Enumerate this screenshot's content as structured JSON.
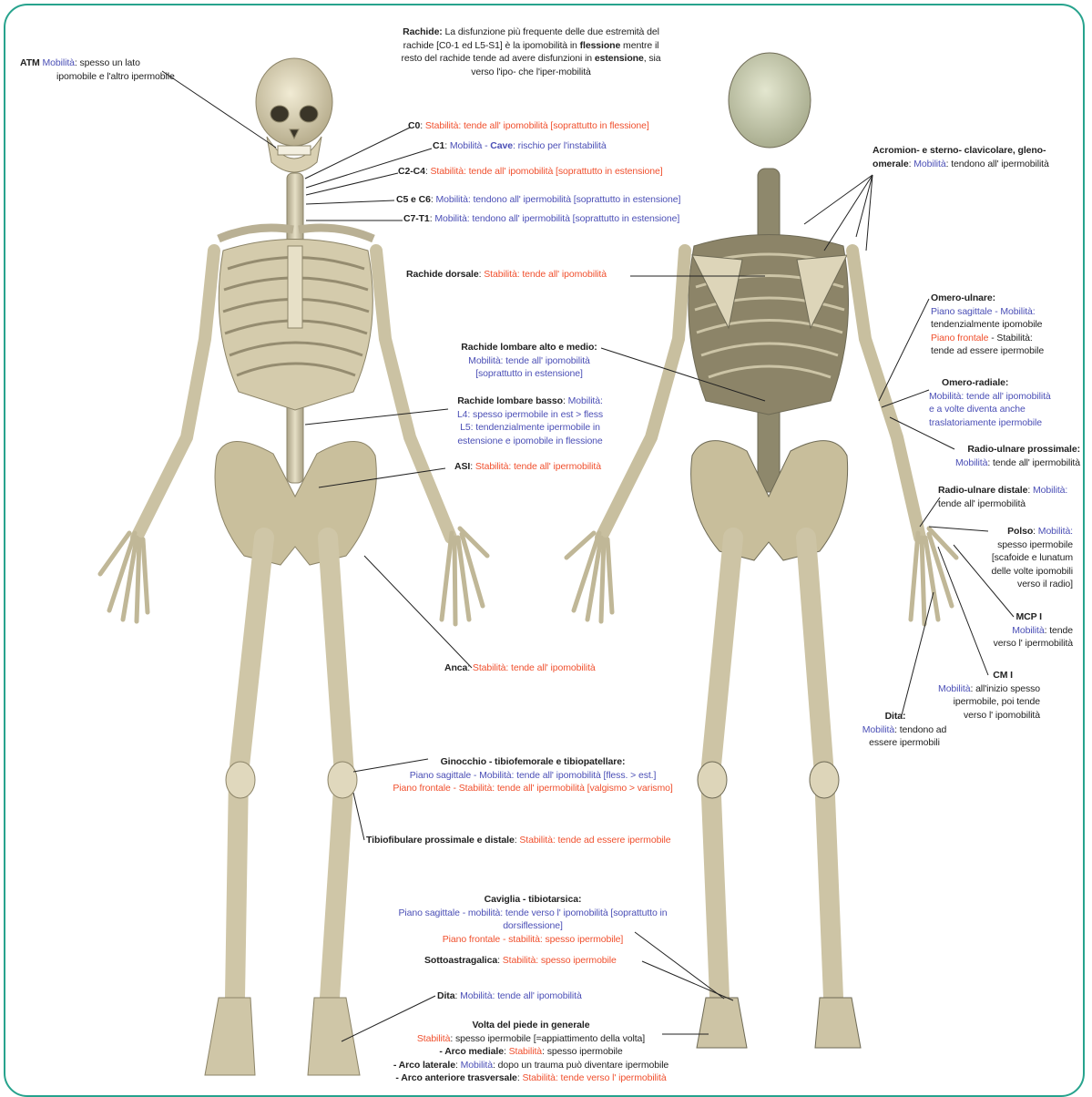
{
  "colors": {
    "frame": "#27a38d",
    "mobility": "#4b4fb6",
    "stability": "#f0502e",
    "bone": "#dcd3b6",
    "bone_dark": "#9d9479",
    "line": "#222222"
  },
  "labels": {
    "rachide": {
      "title": "Rachide:",
      "l1": " La disfunzione più frequente delle due estremità del",
      "l2": "rachide [C0-1 ed L5-S1] è la ipomobilità in ",
      "l2b": "flessione",
      "l2c": " mentre il",
      "l3a": "resto del rachide tende ad avere disfunzioni in ",
      "l3b": "estensione",
      "l3c": ", sia",
      "l4": "verso l'ipo- che l'iper-mobilità"
    },
    "atm": {
      "title": "ATM",
      "mob": " Mobilità",
      "l1": ": spesso un lato",
      "l2": "ipomobile e l'altro ipermobile"
    },
    "c0": {
      "title": "C0",
      "sep": ": ",
      "text": "Stabilità: tende all' ipomobilità [soprattutto in flessione]"
    },
    "c1": {
      "title": "C1",
      "sep": ": ",
      "mob": "Mobilità - ",
      "cave": "Cave",
      "text": ": rischio per l'instabilità"
    },
    "c2c4": {
      "title": "C2-C4",
      "sep": ": ",
      "text": "Stabilità: tende all' ipomobilità [soprattutto in estensione]"
    },
    "c5c6": {
      "title": "C5 e C6",
      "sep": ": ",
      "text": "Mobilità: tendono all' ipermobilità  [soprattutto in estensione]"
    },
    "c7t1": {
      "title": "C7-T1",
      "sep": ": ",
      "text": "Mobilità: tendono all' ipermobilità [soprattutto in estensione]"
    },
    "dorsale": {
      "title": "Rachide dorsale",
      "sep": ":  ",
      "text": "Stabilità: tende all' ipomobilità"
    },
    "lomb_alto": {
      "title": "Rachide lombare alto e medio:",
      "l1": "Mobilità: tende all' ipomobilità",
      "l2": "[soprattutto in estensione]"
    },
    "lomb_basso": {
      "title": "Rachide lombare basso",
      "sep": ": ",
      "mob": "Mobilità:",
      "l1": "L4: spesso ipermobile in est > fless",
      "l2": "L5: tendenzialmente ipermobile in",
      "l3": "estensione e ipomobile in flessione"
    },
    "asi": {
      "title": "ASI",
      "sep": ": ",
      "text": "Stabilità: tende all' ipermobilità"
    },
    "anca": {
      "title": "Anca",
      "sep": ": ",
      "text": "Stabilità: tende all' ipomobilità"
    },
    "ginocchio": {
      "title": "Ginocchio - tibiofemorale e tibiopatellare:",
      "l1": "Piano sagittale - Mobilità: tende all' ipomobilità [fless. > est.]",
      "l2": "Piano frontale - Stabilità: tende all' ipermobilità [valgismo > varismo]"
    },
    "tibiofib": {
      "title": "Tibiofibulare prossimale e distale",
      "sep": ": ",
      "text": "Stabilità: tende ad essere ipermobile"
    },
    "caviglia": {
      "title": "Caviglia - tibiotarsica:",
      "l1": "Piano sagittale - mobilità: tende verso l' ipomobilità [soprattutto in",
      "l2": "dorsiflessione]",
      "l3": "Piano frontale - stabilità: spesso ipermobile]"
    },
    "sottoastr": {
      "title": "Sottoastragalica",
      "sep": ": ",
      "text": "Stabilità: spesso ipermobile"
    },
    "dita_piede": {
      "title": "Dita",
      "sep": ": ",
      "text": "Mobilità: tende all' ipomobilità"
    },
    "volta": {
      "title": "Volta del piede in generale",
      "l1a": "Stabilità",
      "l1b": ": spesso ipermobile [=appiattimento della volta]",
      "l2a": "- Arco mediale",
      "l2b": ": ",
      "l2c": "Stabilità",
      "l2d": ": spesso ipermobile",
      "l3a": "- Arco laterale",
      "l3b": ": ",
      "l3c": "Mobilità",
      "l3d": ": dopo un trauma può diventare ipermobile",
      "l4a": "- Arco anteriore trasversale",
      "l4b": ": ",
      "l4c": "Stabilità: tende verso l' ipermobilità"
    },
    "acromion": {
      "title1": "Acromion- e sterno- clavicolare, gleno-",
      "title2": "omerale",
      "sep": ": ",
      "mob": "Mobilità",
      "text": ": tendono all' ipermobilità"
    },
    "omero_uln": {
      "title": "Omero-ulnare:",
      "l1a": "Piano sagittale - Mobilità:",
      "l2": "tendenzialmente ipomobile",
      "l3a": "Piano frontale",
      "l3b": " - Stabilità:",
      "l4": "tende ad essere ipermobile"
    },
    "omero_rad": {
      "title": "Omero-radiale:",
      "l1": "Mobilità: tende all' ipomobilità",
      "l2": "e a volte diventa anche",
      "l3": "traslatoriamente ipermobile"
    },
    "radio_prox": {
      "title": "Radio-ulnare prossimale:",
      "mob": "Mobilità",
      "text": ": tende all' ipermobilità"
    },
    "radio_dist": {
      "title": "Radio-ulnare distale",
      "sep": ": ",
      "mob": "Mobilità:",
      "text": "tende all' ipermobilità"
    },
    "polso": {
      "title": "Polso",
      "sep": ": ",
      "mob": "Mobilità:",
      "l1": "spesso ipermobile",
      "l2": "[scafoide e lunatum",
      "l3": "delle volte ipomobili",
      "l4": "verso il radio]"
    },
    "mcp": {
      "title": "MCP I",
      "mob": "Mobilità",
      "l1": ": tende",
      "l2": "verso l' ipermobilità"
    },
    "cm": {
      "title": "CM I",
      "mob": "Mobilità",
      "l1": ": all'inizio spesso",
      "l2": "ipermobile, poi tende",
      "l3": "verso l' ipomobilità"
    },
    "dita_mano": {
      "title": "Dita:",
      "mob": "Mobilità",
      "l1": ": tendono ad",
      "l2": "essere ipermobili"
    }
  }
}
